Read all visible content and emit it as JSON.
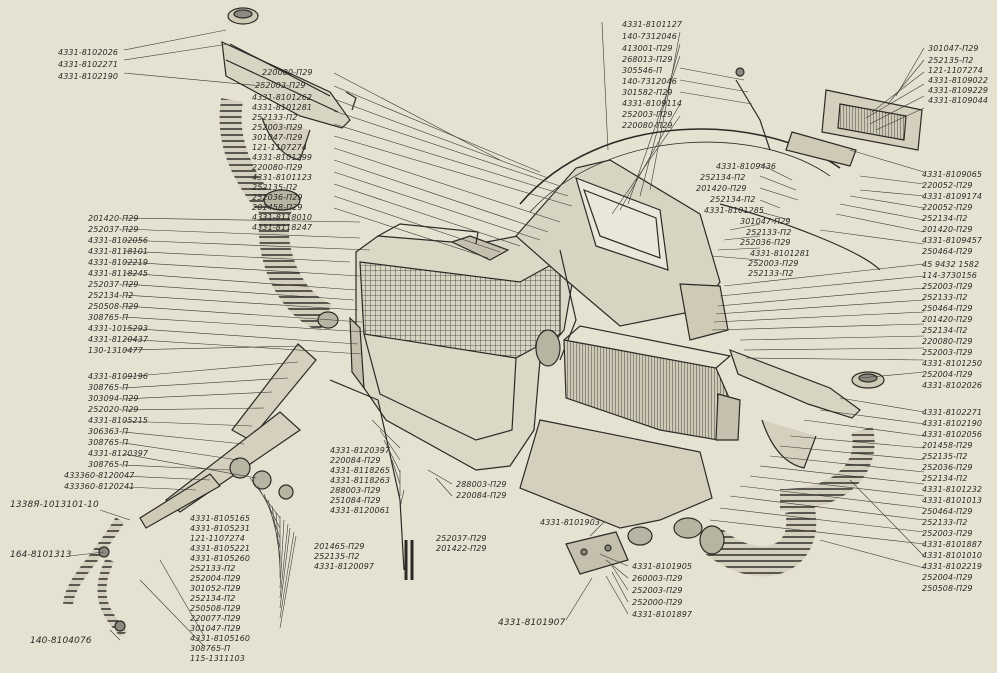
{
  "diagram": {
    "colors": {
      "paper": "#e6e2d2",
      "ink": "#2b2a26",
      "shade": "#8c8a80"
    },
    "labels_left": [
      "4331-8102026",
      "4331-8102271",
      "4331-8102190",
      "201420-П29",
      "252037-П29",
      "4331-8102056",
      "4331-8118101",
      "4331-8102219",
      "4331-8118245",
      "252037-П29",
      "252134-П2",
      "250508-П29",
      "308765-П",
      "4331-1015293",
      "4331-8120437",
      "130-1310477",
      "4331-8109196",
      "308765-П",
      "303094-П29",
      "252020-П29",
      "4331-8105215",
      "306363-П",
      "308765-П",
      "4331-8120397",
      "308765-П",
      "433360-8120047",
      "433360-8120241",
      "1338Я-1013101-10",
      "164-8101313",
      "140-8104076"
    ],
    "labels_center": [
      "220080-П29",
      "252003-П29",
      "4331-8101262",
      "4331-8101281",
      "252133-П2",
      "252003-П29",
      "301047-П29",
      "121-1107274",
      "4331-8101299",
      "220080-П29",
      "4331-8101123",
      "252135-П2",
      "252036-П29",
      "201458-П29",
      "4331-8118010",
      "4331-8118247",
      "4331-8120397",
      "220084-П29",
      "4331-8118265",
      "4331-8118263",
      "288003-П29",
      "251084-П29",
      "4331-8120061",
      "288003-П29",
      "220084-П29",
      "4331-8105165",
      "4331-8105231",
      "121-1107274",
      "4331-8105221",
      "4331-8105260",
      "252133-П2",
      "252004-П29",
      "301052-П29",
      "252134-П2",
      "250508-П29",
      "220077-П29",
      "301047-П29",
      "4331-8105160",
      "308765-П",
      "115-1311103",
      "201465-П29",
      "252135-П2",
      "4331-8120097",
      "252037-П29",
      "201422-П29"
    ],
    "labels_top": [
      "4331-8101127",
      "140-7312046",
      "413001-П29",
      "268013-П29",
      "305546-П",
      "140-7312046",
      "301582-П29",
      "4331-8109114",
      "252003-П29",
      "220080-П29",
      "4331-8109436",
      "252134-П2",
      "201420-П29",
      "252134-П2",
      "4331-8101285",
      "301047-П29",
      "252133-П2",
      "252036-П29",
      "4331-8101281",
      "252003-П29",
      "252133-П2"
    ],
    "labels_right": [
      "301047-П29",
      "252135-П2",
      "121-1107274",
      "4331-8109022",
      "4331-8109229",
      "4331-8109044",
      "4331-8109065",
      "220052-П29",
      "4331-8109174",
      "220052-П29",
      "252134-П2",
      "201420-П29",
      "4331-8109457",
      "250464-П29",
      "45 9432 1582",
      "114-3730156",
      "252003-П29",
      "252133-П2",
      "250464-П29",
      "201420-П29",
      "252134-П2",
      "220080-П29",
      "252003-П29",
      "4331-8101250",
      "252004-П29",
      "4331-8102026",
      "4331-8102271",
      "4331-8102190",
      "4331-8102056",
      "201458-П29",
      "252135-П2",
      "252036-П29",
      "252134-П2",
      "4331-8101232",
      "4331-8101013",
      "250464-П29",
      "252133-П2",
      "252003-П29",
      "4331-8101887",
      "4331-8101010",
      "4331-8102219",
      "252004-П29",
      "250508-П29"
    ],
    "labels_bottom": [
      "4331-8101903",
      "4331-8101905",
      "260003-П29",
      "252003-П29",
      "252000-П29",
      "4331-8101897",
      "4331-8101907"
    ]
  }
}
